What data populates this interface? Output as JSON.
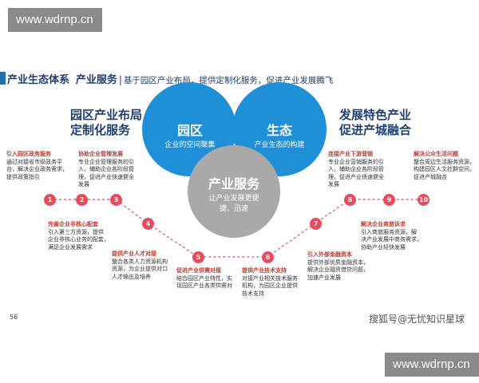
{
  "watermark": "www.wdrnp.cn",
  "header": {
    "main": "产业生态体系",
    "sub": "产业服务",
    "sep": "|",
    "desc": "基于园区产业布局，提供定制化服务，促进产业发展腾飞"
  },
  "left_heading": [
    "园区产业布局",
    "定制化服务"
  ],
  "right_heading": [
    "发展特色产业",
    "促进产城融合"
  ],
  "circles": {
    "park": {
      "title": "园区",
      "desc": "企业的空间聚集"
    },
    "eco": {
      "title": "生态",
      "desc": "产业生态的构建"
    },
    "service": {
      "title": "产业服务",
      "desc1": "让产业发展更便",
      "desc2": "捷、迅速"
    }
  },
  "nodes": [
    {
      "n": "1",
      "title": "引入园区政务服务",
      "lines": [
        "通过对接省市级政务平",
        "台，解决企业政务需求，",
        "提供政策指引"
      ]
    },
    {
      "n": "2",
      "title": "协助企业管理发展",
      "lines": [
        "专业企业管理服务的引",
        "入，辅助企业各阶段管",
        "理，促进产业快速健全",
        "发展"
      ]
    },
    {
      "n": "3",
      "title": "",
      "lines": []
    },
    {
      "n": "4",
      "title": "完善企业非核心配套",
      "lines": [
        "引入第三方资源，提供",
        "企业非核心业务的配套，",
        "满足企业发展需求"
      ]
    },
    {
      "n": "5",
      "title": "提供产业人才对接",
      "lines": [
        "整合各类人力资源机构",
        "资源，为企业提供对口",
        "人才输出及培养"
      ]
    },
    {
      "n": "6",
      "title": "促进产业供需对接",
      "lines": [
        "结合园区产业特性，实",
        "现园区产业各类供需对"
      ]
    },
    {
      "n": "7",
      "title": "提供产业技术支持",
      "lines": [
        "对接产业相关技术服务",
        "机构，为园区企业提供",
        "技术支持"
      ]
    },
    {
      "n": "8",
      "title": "连接产业下游营销",
      "lines": [
        "专业企业营销服务的引",
        "入，辅助企业各阶段管",
        "理，促进产业快速健全",
        "发展"
      ]
    },
    {
      "n": "9",
      "title": "解决公众生活问题",
      "lines": [
        "整合周边生活服务资源，",
        "构建园区人文社群空间，",
        "促进产城融合"
      ]
    },
    {
      "n": "10",
      "title": "",
      "lines": []
    }
  ],
  "extra_notes": [
    {
      "title": "引入外部金融资本",
      "lines": [
        "提供外部优质金融资本，",
        "解决企业融资借贷问题，",
        "加速产业发展"
      ]
    },
    {
      "title": "解决企业商旅诉求",
      "lines": [
        "引入商旅服务资源，解",
        "决产业发展中商务需求，",
        "协助产业轻快发展"
      ]
    }
  ],
  "page_number": "56",
  "source": "搜狐号@无忧知识星球",
  "colors": {
    "blue": "#1f8fd8",
    "grey": "#a9a9a9",
    "red": "#e94b5a",
    "navy": "#1f3f6f"
  }
}
